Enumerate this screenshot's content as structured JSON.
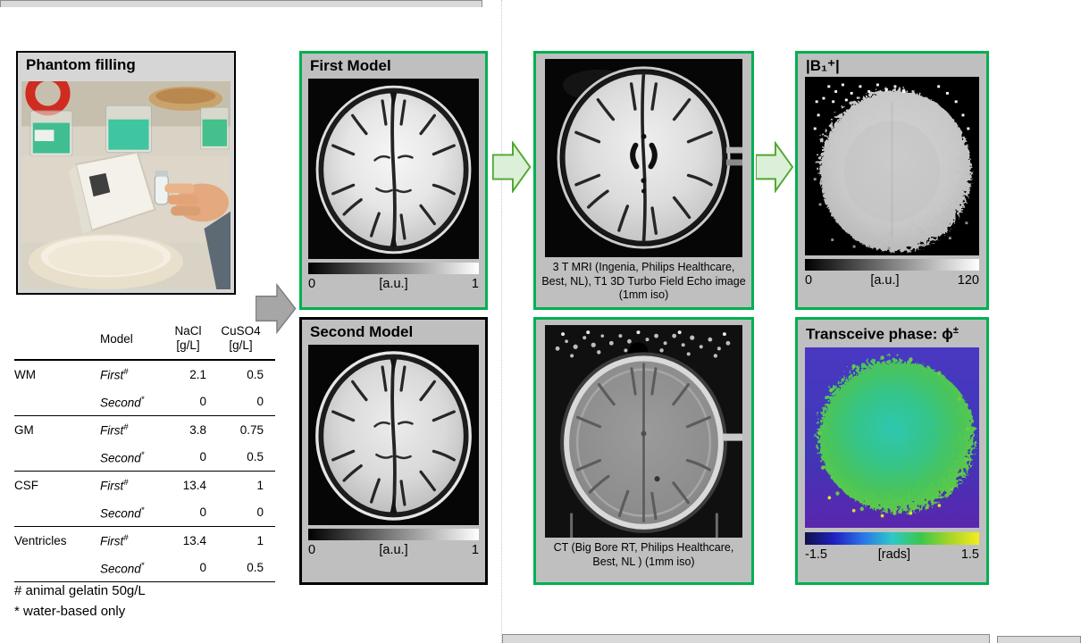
{
  "colors": {
    "green": "#00b050",
    "panel_gray": "#bfbfbf",
    "photo_panel_gray": "#d6d6d6"
  },
  "phantom_panel": {
    "title": "Phantom filling"
  },
  "table": {
    "headers": {
      "model": "Model",
      "nacl": "NaCl",
      "nacl_unit": "[g/L]",
      "cuso4": "CuSO4",
      "cuso4_unit": "[g/L]"
    },
    "groups": [
      {
        "tissue": "WM",
        "rows": [
          {
            "model": "First",
            "mark": "#",
            "nacl": "2.1",
            "cuso4": "0.5"
          },
          {
            "model": "Second",
            "mark": "*",
            "nacl": "0",
            "cuso4": "0"
          }
        ]
      },
      {
        "tissue": "GM",
        "rows": [
          {
            "model": "First",
            "mark": "#",
            "nacl": "3.8",
            "cuso4": "0.75"
          },
          {
            "model": "Second",
            "mark": "*",
            "nacl": "0",
            "cuso4": "0.5"
          }
        ]
      },
      {
        "tissue": "CSF",
        "rows": [
          {
            "model": "First",
            "mark": "#",
            "nacl": "13.4",
            "cuso4": "1"
          },
          {
            "model": "Second",
            "mark": "*",
            "nacl": "0",
            "cuso4": "0"
          }
        ]
      },
      {
        "tissue": "Ventricles",
        "rows": [
          {
            "model": "First",
            "mark": "#",
            "nacl": "13.4",
            "cuso4": "1"
          },
          {
            "model": "Second",
            "mark": "*",
            "nacl": "0",
            "cuso4": "0.5"
          }
        ]
      }
    ],
    "footnotes": [
      "# animal gelatin 50g/L",
      "* water-based only"
    ]
  },
  "first_model": {
    "title": "First Model",
    "colorbar": {
      "min": "0",
      "label": "[a.u.]",
      "max": "1"
    }
  },
  "second_model": {
    "title": "Second Model",
    "colorbar": {
      "min": "0",
      "label": "[a.u.]",
      "max": "1"
    }
  },
  "mri_panel": {
    "caption": "3 T MRI (Ingenia, Philips Healthcare, Best, NL), T1 3D Turbo Field Echo image (1mm iso)"
  },
  "ct_panel": {
    "caption": "CT (Big Bore RT, Philips Healthcare, Best, NL ) (1mm iso)"
  },
  "b1_panel": {
    "title": "|B₁⁺|",
    "colorbar": {
      "min": "0",
      "label": "[a.u.]",
      "max": "120"
    }
  },
  "phase_panel": {
    "title": "Transceive phase: ϕ",
    "title_sup": "±",
    "colorbar": {
      "min": "-1.5",
      "label": "[rads]",
      "max": "1.5"
    }
  },
  "icons": {
    "flow_arrow": "block-arrow-right"
  }
}
